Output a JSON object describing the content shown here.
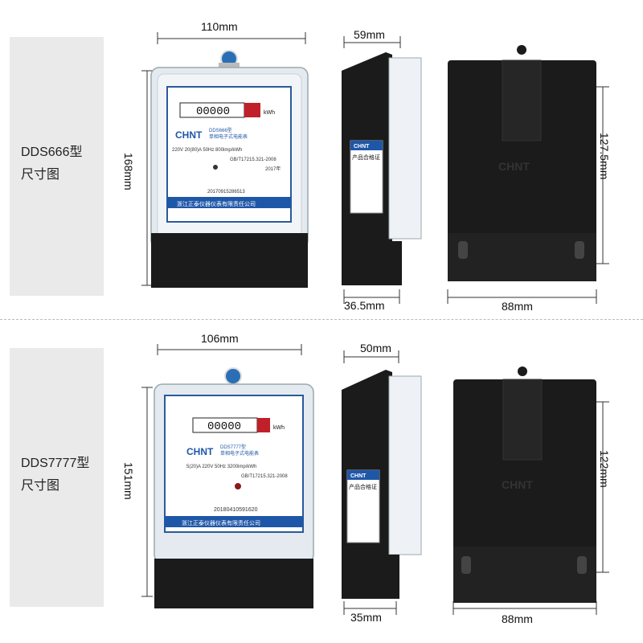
{
  "models": [
    {
      "name": "DDS666型",
      "caption": "尺寸图",
      "dims": {
        "front_width": "110mm",
        "front_height": "168mm",
        "side_width": "59mm",
        "side_base": "36.5mm",
        "back_height": "127.5mm",
        "back_width": "88mm"
      },
      "meter": {
        "brand": "CHNT",
        "model": "DDS666型",
        "subtitle": "单相电子式电能表",
        "counter": "00000",
        "rating": "220V  20(80)A  50Hz  800imp/kWh",
        "standard": "GB/T17215.321-2008",
        "year": "2017年",
        "serial": "20170915286513",
        "maker": "浙江正泰仪器仪表有限责任公司",
        "unit": "kWh"
      }
    },
    {
      "name": "DDS7777型",
      "caption": "尺寸图",
      "dims": {
        "front_width": "106mm",
        "front_height": "151mm",
        "side_width": "50mm",
        "side_base": "35mm",
        "back_height": "122mm",
        "back_width": "88mm"
      },
      "meter": {
        "brand": "CHNT",
        "model": "DDS7777型",
        "subtitle": "单相电子式电能表",
        "counter": "00000",
        "rating": "5(20)A  220V  50Hz  3200imp/kWh",
        "standard": "GB/T17215.321-2008",
        "serial": "20180410591620",
        "maker": "浙江正泰仪器仪表有限责任公司",
        "unit": "kWh"
      }
    }
  ],
  "side_label": {
    "brand": "CHNT",
    "title": "产品合格证"
  },
  "back_logo": "CHNT",
  "colors": {
    "meter_black": "#1b1b1b",
    "meter_blue": "#1f57a8",
    "label_bg": "#eaeaea"
  }
}
